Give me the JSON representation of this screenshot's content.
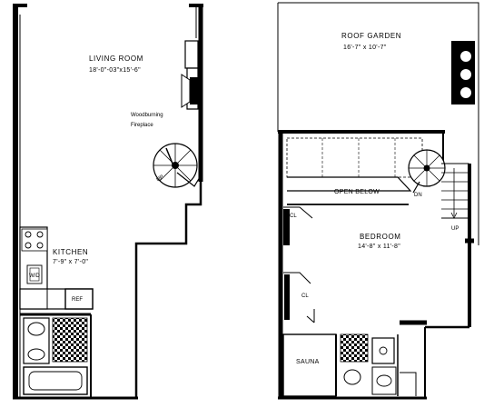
{
  "lower_level": {
    "living_room": {
      "name": "LIVING ROOM",
      "dims": "18'-0\"-03\"x15'-6\""
    },
    "fireplace": {
      "line1": "Woodburning",
      "line2": "Fireplace"
    },
    "stair_label": "UP",
    "kitchen": {
      "name": "KITCHEN",
      "dims": "7'-9\" x 7'-0\""
    },
    "refrigerator_label": "REF",
    "washer_dryer_label": "W/D"
  },
  "upper_level": {
    "roof_garden": {
      "name": "ROOF GARDEN",
      "dims": "16'-7\" x 10'-7\""
    },
    "open_below": "OPEN BELOW",
    "stair_label": "DN",
    "up_label": "UP",
    "bedroom": {
      "name": "BEDROOM",
      "dims": "14'-8\" x 11'-8\""
    },
    "closet_label_1": "CL",
    "closet_label_2": "CL",
    "sauna_label": "SAUNA"
  },
  "colors": {
    "ink": "#000000",
    "paper": "#ffffff"
  }
}
